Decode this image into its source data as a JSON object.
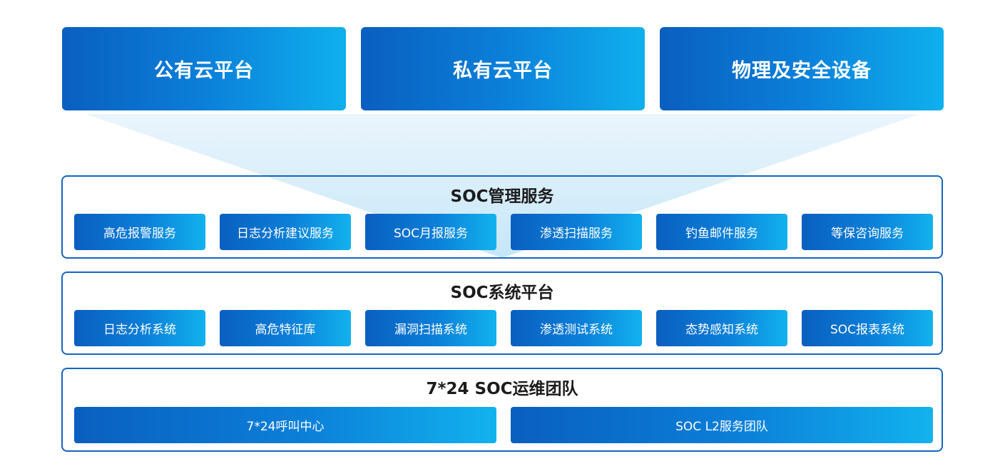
{
  "top": {
    "cards": [
      {
        "label": "公有云平台"
      },
      {
        "label": "私有云平台"
      },
      {
        "label": "物理及安全设备"
      }
    ]
  },
  "sections": [
    {
      "title": "SOC管理服务",
      "items": [
        "高危报警服务",
        "日志分析建议服务",
        "SOC月报服务",
        "渗透扫描服务",
        "钓鱼邮件服务",
        "等保咨询服务"
      ]
    },
    {
      "title": "SOC系统平台",
      "items": [
        "日志分析系统",
        "高危特征库",
        "漏洞扫描系统",
        "渗透测试系统",
        "态势感知系统",
        "SOC报表系统"
      ]
    },
    {
      "title": "7*24 SOC运维团队",
      "items": [
        "7*24呼叫中心",
        "SOC L2服务团队"
      ]
    }
  ],
  "colors": {
    "primary_dark": "#0a5fbf",
    "primary_light": "#12b2ee",
    "border": "#1565c0"
  }
}
